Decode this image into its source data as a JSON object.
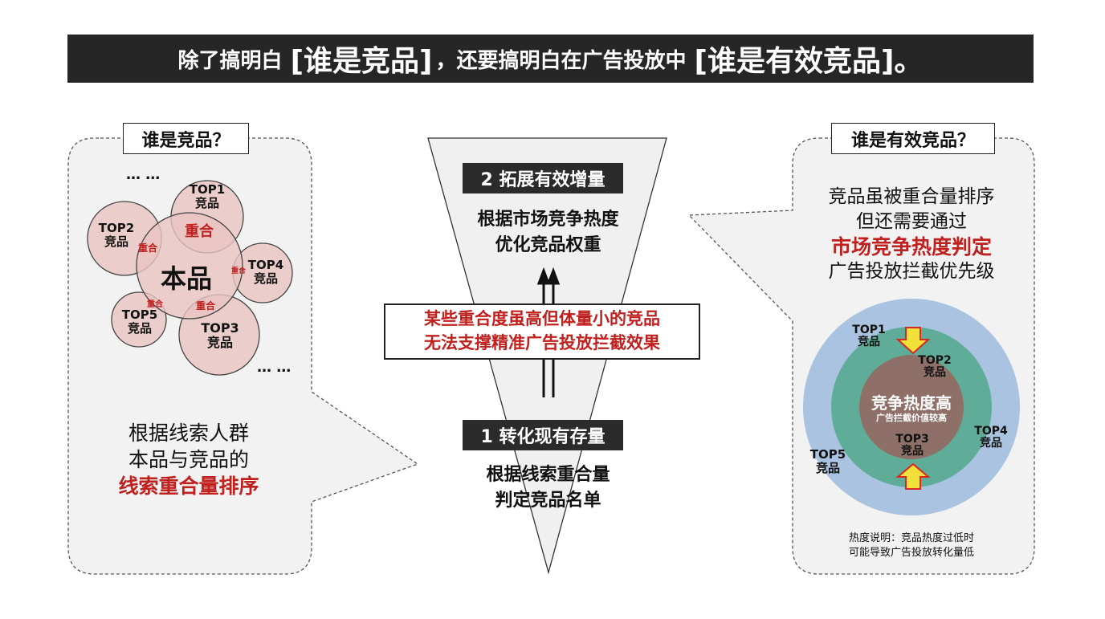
{
  "title": {
    "part1": "除了搞明白",
    "highlight1": "[谁是竞品]",
    "part2": "，还要搞明白在广告投放中",
    "highlight2": "[谁是有效竞品]",
    "end": "。"
  },
  "left_panel": {
    "heading": "谁是竞品？",
    "ellipsis_top": "… …",
    "ellipsis_bottom": "… …",
    "center": "本品",
    "top1": {
      "rank": "TOP1",
      "label": "竞品"
    },
    "top2": {
      "rank": "TOP2",
      "label": "竞品"
    },
    "top3": {
      "rank": "TOP3",
      "label": "竞品"
    },
    "top4": {
      "rank": "TOP4",
      "label": "竞品"
    },
    "top5": {
      "rank": "TOP5",
      "label": "竞品"
    },
    "overlap_label": "重合",
    "desc_line1": "根据线索人群",
    "desc_line2": "本品与竞品的",
    "desc_line3": "线索重合量排序"
  },
  "funnel": {
    "step2_tag": "2 拓展有效增量",
    "step2_line1": "根据市场竞争热度",
    "step2_line2": "优化竞品权重",
    "warning_line1": "某些重合度虽高但体量小的竞品",
    "warning_line2": "无法支撑精准广告投放拦截效果",
    "step1_tag": "1 转化现有存量",
    "step1_line1": "根据线索重合量",
    "step1_line2": "判定竞品名单"
  },
  "right_panel": {
    "heading": "谁是有效竞品？",
    "line1": "竞品虽被重合量排序",
    "line2": "但还需要通过",
    "line3": "市场竞争热度判定",
    "line4": "广告投放拦截优先级",
    "core_title": "竞争热度高",
    "core_sub": "广告拦截价值较高",
    "top1": {
      "rank": "TOP1",
      "label": "竞品"
    },
    "top2": {
      "rank": "TOP2",
      "label": "竞品"
    },
    "top3": {
      "rank": "TOP3",
      "label": "竞品"
    },
    "top4": {
      "rank": "TOP4",
      "label": "竞品"
    },
    "top5": {
      "rank": "TOP5",
      "label": "竞品"
    },
    "note_line1": "热度说明：竞品热度过低时",
    "note_line2": "可能导致广告投放转化量低"
  },
  "colors": {
    "title_bg": "#262626",
    "accent_red": "#c0201e",
    "bubble_fill": "#e8c4c2",
    "outer_ring": "#aac3e0",
    "middle_ring": "#5fad98",
    "core": "#8f7068",
    "arrow_fill": "#f3e03a"
  }
}
